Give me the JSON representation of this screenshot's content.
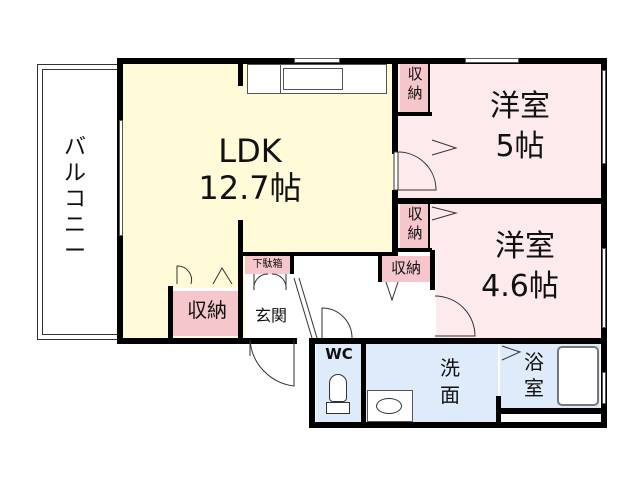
{
  "floorplan": {
    "colors": {
      "ldk": "#fffbd9",
      "bedroom": "#fdeaec",
      "storage": "#f5c6cb",
      "wet_area": "#ddebfa",
      "wall": "#000000"
    },
    "rooms": {
      "balcony": {
        "label": "バルコニー"
      },
      "ldk": {
        "name": "LDK",
        "size": "12.7帖"
      },
      "bedroom1": {
        "name": "洋室",
        "size": "5帖"
      },
      "bedroom2": {
        "name": "洋室",
        "size": "4.6帖"
      },
      "entrance": {
        "label": "玄関"
      },
      "shoe_box": {
        "label": "下駄箱"
      },
      "wc": {
        "label": "WC"
      },
      "washroom": {
        "label_1": "洗",
        "label_2": "面"
      },
      "bath": {
        "label_1": "浴",
        "label_2": "室"
      }
    },
    "storage": {
      "ldk_closet": "収納",
      "bed1_closet_1": "収",
      "bed1_closet_2": "納",
      "bed2_closet_1": "収",
      "bed2_closet_2": "納",
      "hall_closet": "収納"
    }
  }
}
